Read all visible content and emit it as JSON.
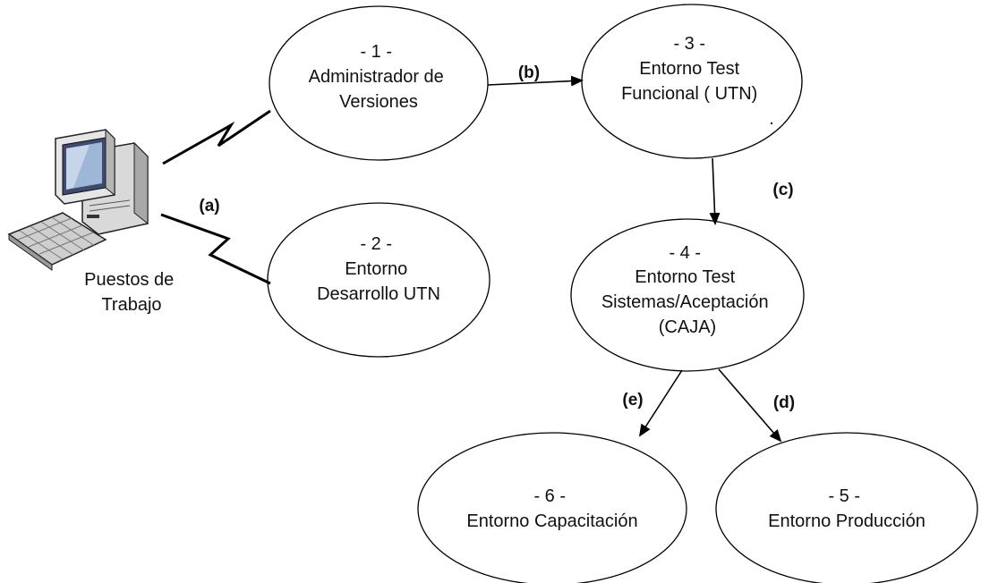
{
  "nodes": {
    "n1": {
      "lines": [
        "- 1 -",
        "Administrador de",
        "Versiones"
      ]
    },
    "n2": {
      "lines": [
        "- 2 -",
        "Entorno",
        "Desarrollo UTN"
      ]
    },
    "n3": {
      "lines": [
        "- 3 -",
        "Entorno Test",
        "Funcional ( UTN)",
        "."
      ]
    },
    "n4": {
      "lines": [
        "- 4 -",
        "Entorno Test",
        "Sistemas/Aceptación",
        "(CAJA)"
      ]
    },
    "n5": {
      "lines": [
        "- 5 -",
        "Entorno Producción"
      ]
    },
    "n6": {
      "lines": [
        "- 6 -",
        "Entorno Capacitación"
      ]
    }
  },
  "computer": {
    "label_lines": [
      "Puestos de",
      "Trabajo"
    ]
  },
  "edge_labels": {
    "a": "(a)",
    "b": "(b)",
    "c": "(c)",
    "d": "(d)",
    "e": "(e)"
  }
}
